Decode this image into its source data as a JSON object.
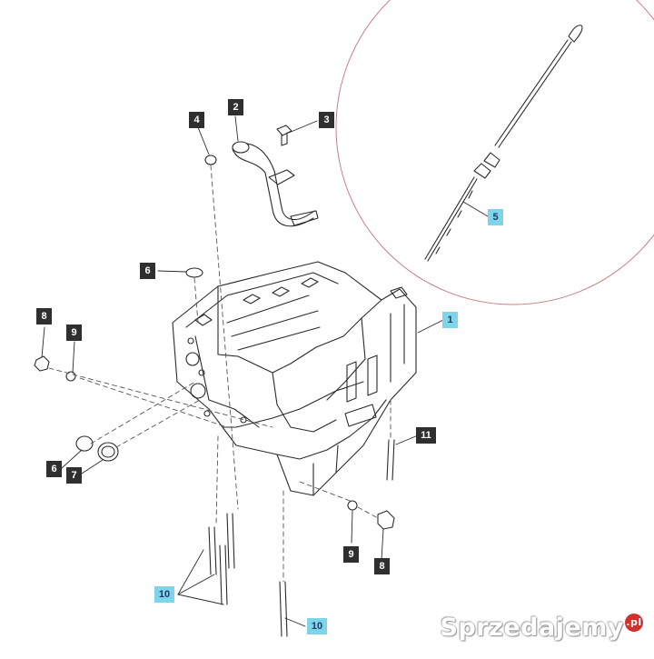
{
  "callouts": {
    "c1": "1",
    "c2": "2",
    "c3": "3",
    "c4": "4",
    "c5": "5",
    "c6a": "6",
    "c6b": "6",
    "c7": "7",
    "c8a": "8",
    "c8b": "8",
    "c9a": "9",
    "c9b": "9",
    "c10a": "10",
    "c10b": "10",
    "c11": "11"
  },
  "watermark": {
    "text": "Sprzedajemy",
    "suffix": ".pl"
  },
  "colors": {
    "line": "#2b2b2b",
    "dash": "#555555",
    "detail_circle": "#c98088",
    "callout_dark": "#2f2f2f",
    "callout_highlight": "#7fd4ea"
  }
}
